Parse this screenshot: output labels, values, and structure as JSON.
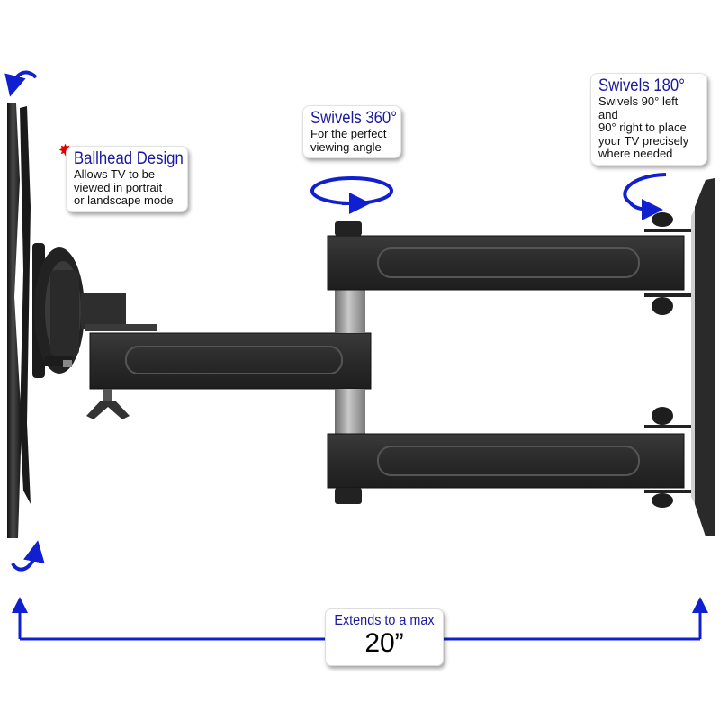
{
  "product": {
    "type": "Full-motion TV wall mount (articulating arm)",
    "colors": {
      "accent": "#1a1aa0",
      "arrow": "#1020d0",
      "star": "#e00000",
      "metal": "#2b2b2b",
      "pivot": "#a8a8a8"
    }
  },
  "callouts": {
    "ballhead": {
      "title": "Ballhead Design",
      "body": "Allows TV to be\nviewed in portrait\nor landscape mode",
      "marker": "red-star"
    },
    "swivel360": {
      "title": "Swivels 360°",
      "body": "For the perfect\nviewing angle"
    },
    "swivel180": {
      "title": "Swivels 180°",
      "body": "Swivels 90° left and\n90° right to place\nyour TV precisely\nwhere needed"
    }
  },
  "extension": {
    "caption": "Extends to a max",
    "value": "20”"
  },
  "icons": {
    "rotate_top": "curved-arrow-counterclockwise",
    "rotate_bottom": "curved-arrow-up",
    "swivel_360": "elliptical-rotation-arrow",
    "swivel_180": "semicircle-arrow"
  }
}
